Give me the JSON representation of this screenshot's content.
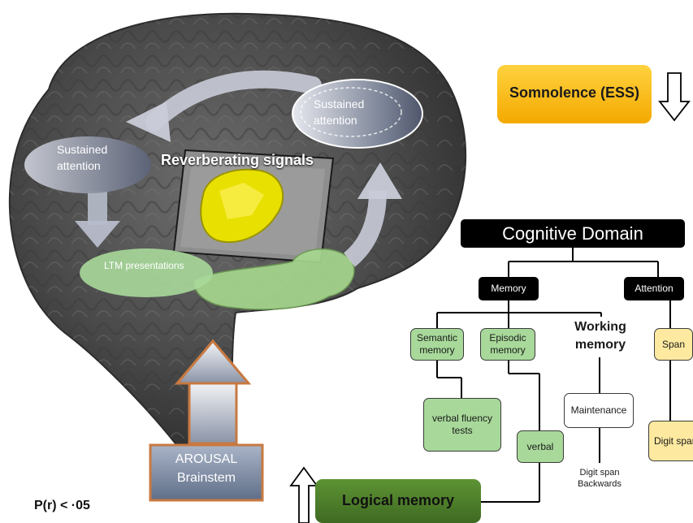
{
  "brain": {
    "reverberating_label": "Reverberating signals",
    "sustained_left": "Sustained attention",
    "sustained_right": "Sustained attention",
    "ltm_label": "LTM presentations",
    "arousal_line1": "AROUSAL",
    "arousal_line2": "Brainstem"
  },
  "somnolence": {
    "label": "Somnolence (ESS)"
  },
  "domain_tree": {
    "root": "Cognitive Domain",
    "memory": "Memory",
    "attention": "Attention",
    "semantic": "Semantic memory",
    "episodic": "Episodic memory",
    "working": "Working memory",
    "span": "Span",
    "verbal_fluency": "verbal fluency tests",
    "verbal": "verbal",
    "maintenance": "Maintenance",
    "digit_span_backwards": "Digit span Backwards",
    "digit_span": "Digit span"
  },
  "logical_memory": {
    "label": "Logical memory"
  },
  "significance": {
    "label": "P(r) < ·05"
  },
  "colors": {
    "somnolence_fill": "#fdbf13",
    "logical_fill": "#4f7f2e",
    "green_node": "#a8d99a",
    "yellow_node": "#fde9a0",
    "arousal_border": "#c87941"
  }
}
